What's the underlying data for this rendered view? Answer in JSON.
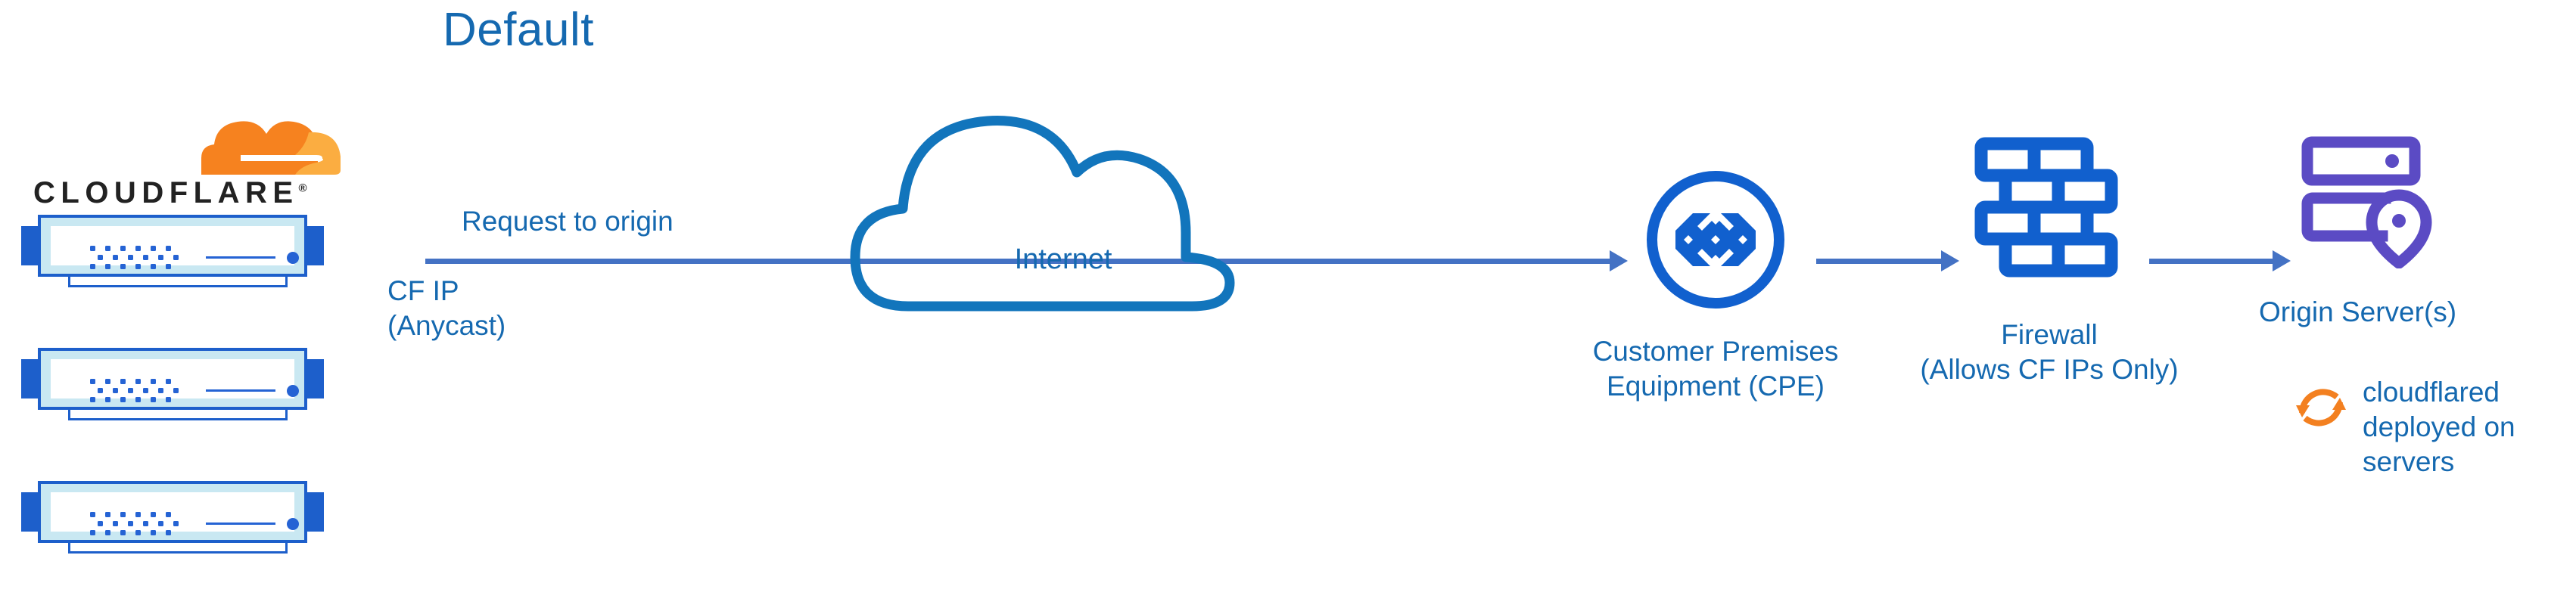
{
  "title": "Default",
  "brand": {
    "wordmark": "CLOUDFLARE",
    "trademark": "®",
    "cloud_dark": "#F6821F",
    "cloud_light": "#FBAD41"
  },
  "colors": {
    "text_blue": "#1569B0",
    "arrow_blue": "#4472C4",
    "icon_blue": "#1160CE",
    "rack_blue": "#1D5FCB",
    "rack_fill": "#C9E8F2",
    "origin_purple": "#5B4BC4",
    "cloudflared_orange": "#F38020",
    "wordmark_black": "#222222",
    "background": "#FFFFFF"
  },
  "edge_labels": {
    "request": "Request to origin",
    "cf_ip": "CF IP\n(Anycast)"
  },
  "racks": [
    {
      "name": "cloudflare-edge-server-1"
    },
    {
      "name": "cloudflare-edge-server-2"
    },
    {
      "name": "cloudflare-edge-server-3"
    }
  ],
  "nodes": {
    "internet": {
      "label": "Internet",
      "icon": "cloud-icon"
    },
    "cpe": {
      "label": "Customer Premises\nEquipment (CPE)",
      "icon": "router-icon"
    },
    "firewall": {
      "label": "Firewall\n(Allows CF IPs Only)",
      "icon": "brick-wall-icon"
    },
    "origin": {
      "label": "Origin Server(s)",
      "icon": "server-pin-icon"
    },
    "cloudflared": {
      "label": "cloudflared\ndeployed on\nservers",
      "icon": "sync-arrows-icon"
    }
  }
}
